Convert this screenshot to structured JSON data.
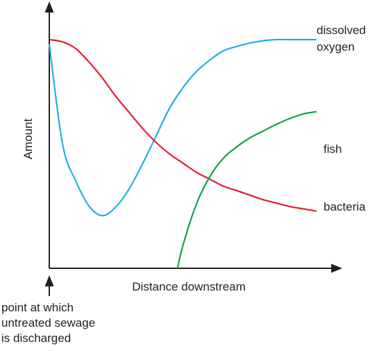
{
  "chart_data": {
    "type": "line",
    "xlabel": "Distance downstream",
    "ylabel": "Amount",
    "grid": false,
    "x_range": [
      0,
      100
    ],
    "y_range": [
      0,
      100
    ],
    "series": [
      {
        "name": "dissolved oxygen",
        "label_lines": [
          "dissolved",
          "oxygen"
        ],
        "color": "#22aee5",
        "x": [
          0,
          5,
          10,
          15,
          20,
          25,
          30,
          35,
          40,
          45,
          50,
          55,
          60,
          65,
          70,
          75,
          80,
          85,
          90,
          95,
          100
        ],
        "y": [
          98,
          54,
          38,
          27,
          23,
          27,
          35,
          46,
          58,
          70,
          79,
          86,
          91,
          95,
          97,
          98.5,
          99.5,
          100,
          100,
          100,
          100
        ]
      },
      {
        "name": "bacteria",
        "label_lines": [
          "bacteria"
        ],
        "color": "#e0202e",
        "x": [
          0,
          5,
          10,
          15,
          20,
          25,
          30,
          35,
          40,
          45,
          50,
          55,
          60,
          65,
          70,
          75,
          80,
          85,
          90,
          95,
          100
        ],
        "y": [
          100,
          99,
          96,
          90,
          83,
          75,
          68,
          61,
          55,
          50,
          46,
          42,
          39,
          36,
          34,
          32,
          30,
          28.5,
          27,
          26,
          25
        ]
      },
      {
        "name": "fish",
        "label_lines": [
          "fish"
        ],
        "color": "#12a04c",
        "x": [
          48,
          50,
          55,
          60,
          65,
          70,
          75,
          80,
          85,
          90,
          95,
          100
        ],
        "y": [
          0,
          10,
          28,
          40,
          48,
          53,
          57,
          60,
          63,
          65.5,
          67.5,
          68.5
        ]
      }
    ]
  },
  "annotation": {
    "lines": [
      "point at which",
      "untreated sewage",
      "is discharged"
    ]
  }
}
